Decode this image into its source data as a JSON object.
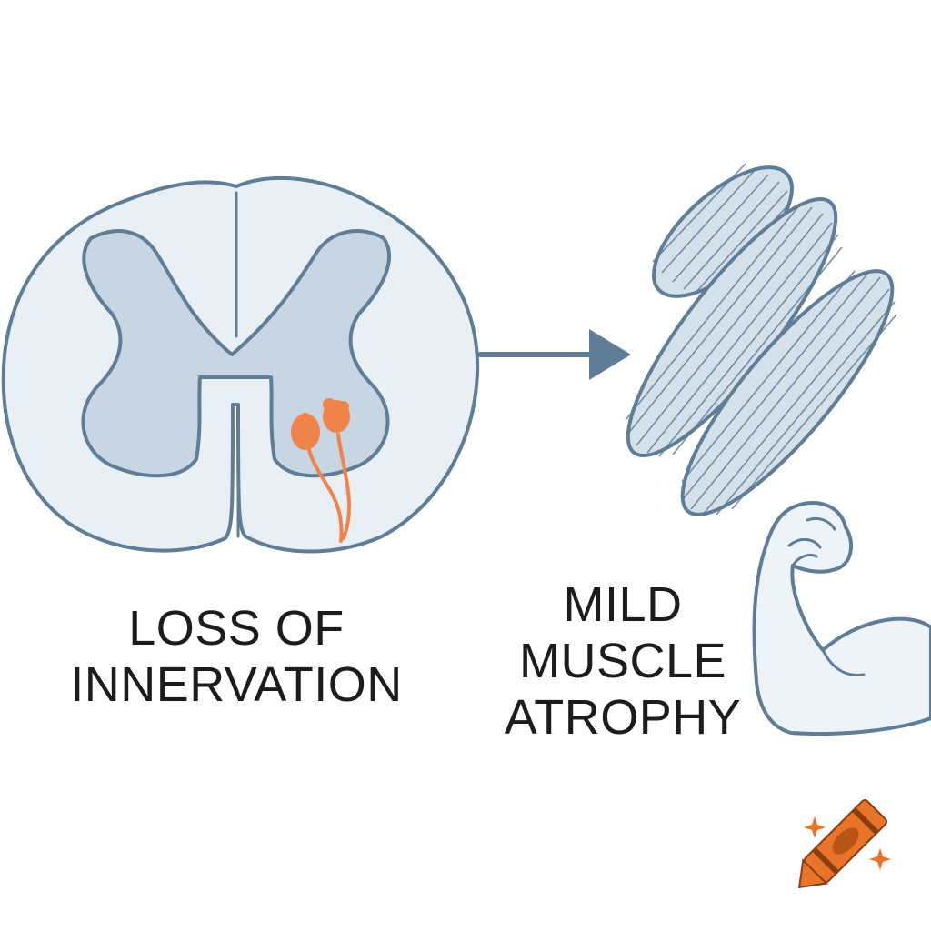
{
  "captions": {
    "left": {
      "line1": "LOSS OF",
      "line2": "INNERVATION"
    },
    "right": {
      "line1": "MILD",
      "line2": "MUSCLE",
      "line3": "ATROPHY"
    }
  },
  "colors": {
    "background": "#ffffff",
    "outline": "#5f7d97",
    "white_matter": "#e8f0f5",
    "gray_matter": "#c7d6e2",
    "neuron": "#f0834a",
    "muscle_fill": "#d5e1ea",
    "arm_fill": "#edf3f7",
    "text": "#1c1c1c",
    "crayon": "#e8742a"
  },
  "icons": {
    "spinal_cord": "spinal-cord-cross-section",
    "motor_neurons": "motor-neurons",
    "arrow": "right-arrow-icon",
    "muscle_fibers": "muscle-fiber-bundles",
    "arm": "flexed-arm-icon",
    "logo": "crayon-icon"
  }
}
